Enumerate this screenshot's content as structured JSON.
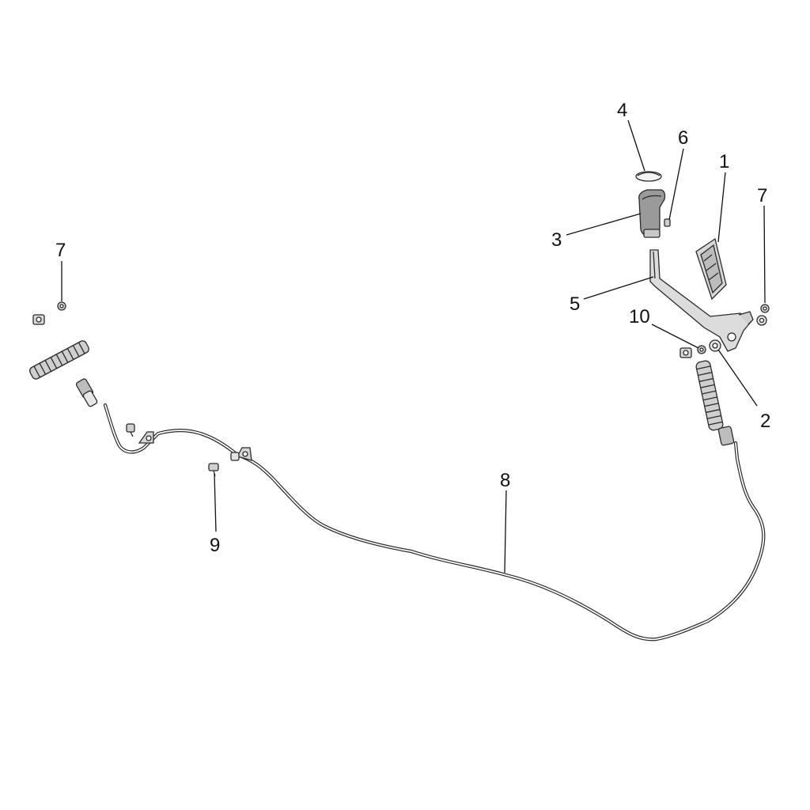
{
  "diagram": {
    "callouts": [
      {
        "id": "c4",
        "label": "4"
      },
      {
        "id": "c6",
        "label": "6"
      },
      {
        "id": "c1",
        "label": "1"
      },
      {
        "id": "c7r",
        "label": "7"
      },
      {
        "id": "c3",
        "label": "3"
      },
      {
        "id": "c5",
        "label": "5"
      },
      {
        "id": "c10",
        "label": "10"
      },
      {
        "id": "c2",
        "label": "2"
      },
      {
        "id": "c7l",
        "label": "7"
      },
      {
        "id": "c8",
        "label": "8"
      },
      {
        "id": "c9",
        "label": "9"
      }
    ]
  }
}
